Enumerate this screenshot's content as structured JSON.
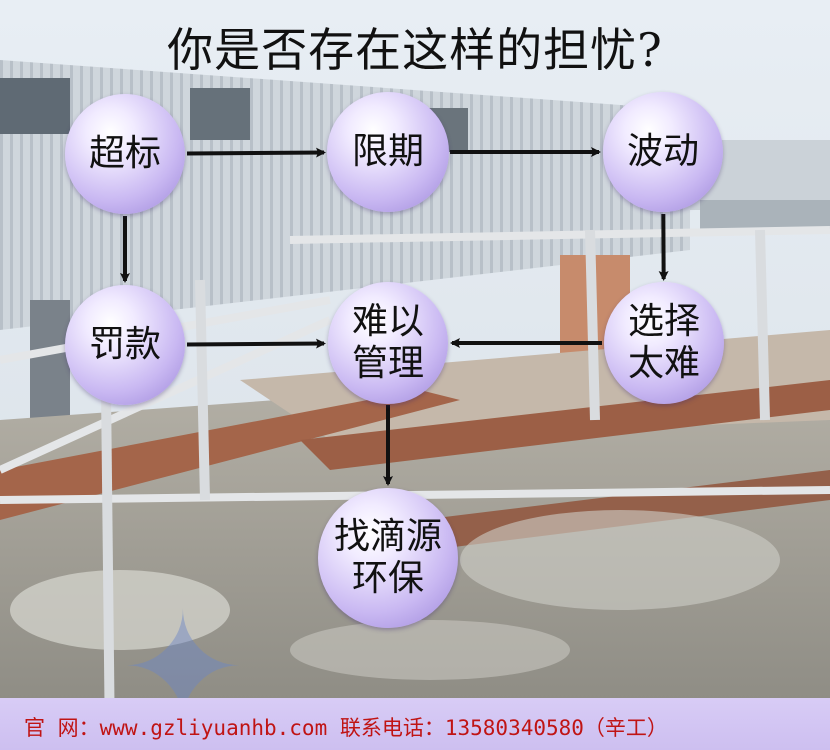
{
  "title": "你是否存在这样的担忧?",
  "nodes": [
    {
      "id": "chaobiao",
      "text": "超标"
    },
    {
      "id": "xianqi",
      "text": "限期"
    },
    {
      "id": "bodong",
      "text": "波动"
    },
    {
      "id": "fakuan",
      "text": "罚款"
    },
    {
      "id": "nanyi",
      "text": "难以\n管理"
    },
    {
      "id": "xuanze",
      "text": "选择\n太难"
    },
    {
      "id": "zhao",
      "text": "找滴源\n环保"
    }
  ],
  "edges": [
    {
      "from": "chaobiao",
      "to": "xianqi"
    },
    {
      "from": "xianqi",
      "to": "bodong"
    },
    {
      "from": "chaobiao",
      "to": "fakuan"
    },
    {
      "from": "bodong",
      "to": "xuanze"
    },
    {
      "from": "fakuan",
      "to": "nanyi"
    },
    {
      "from": "xuanze",
      "to": "nanyi"
    },
    {
      "from": "nanyi",
      "to": "zhao"
    }
  ],
  "footer": {
    "text": "官 网：www.gzliyuanhb.com 联系电话：13580340580（辛工）"
  },
  "colors": {
    "node": "#c9b8f2",
    "footer_bg": "#d8ccf6",
    "footer_text": "#c01414",
    "arrow": "#111111"
  }
}
